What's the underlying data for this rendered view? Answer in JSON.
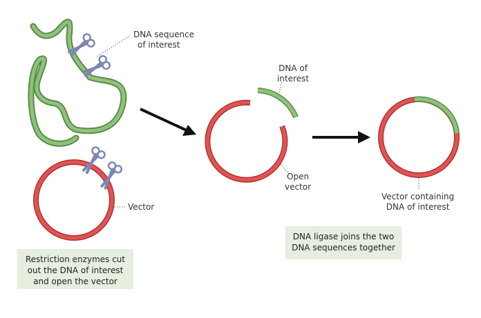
{
  "labels": {
    "dna_sequence_line1": "DNA sequence",
    "dna_sequence_line2": "of interest",
    "vector": "Vector",
    "dna_of_line1": "DNA of",
    "dna_of_line2": "interest",
    "open_line1": "Open",
    "open_line2": "vector",
    "containing_line1": "Vector containing",
    "containing_line2": "DNA of interest"
  },
  "captions": {
    "restriction_line1": "Restriction enzymes cut",
    "restriction_line2": "out the DNA of interest",
    "restriction_line3": "and open the vector",
    "ligase_line1": "DNA ligase joins the two",
    "ligase_line2": "DNA sequences together"
  },
  "colors": {
    "vector_red": "#d94a4a",
    "vector_red_dark": "#b23131",
    "dna_green": "#7fb26a",
    "dna_green_dark": "#5a8c48",
    "scissors_blue": "#7d86b0",
    "caption_bg": "#e6efdf"
  }
}
